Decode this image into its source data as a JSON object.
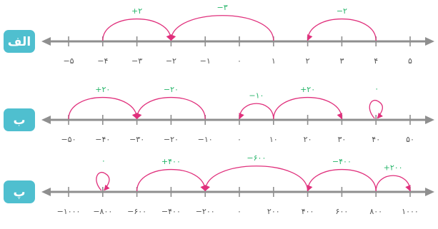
{
  "rows": [
    {
      "badge": "الف",
      "tick_labels": [
        "−۵",
        "−۴",
        "−۳",
        "−۲",
        "−۱",
        "۰",
        "۱",
        "۲",
        "۳",
        "۴",
        "۵"
      ],
      "min": -5,
      "max": 5,
      "step": 1,
      "jumps": [
        {
          "from": -4,
          "to": -2,
          "label": "+۲"
        },
        {
          "from": 1,
          "to": -2,
          "label": "−۳"
        },
        {
          "from": 4,
          "to": 2,
          "label": "−۲"
        }
      ]
    },
    {
      "badge": "ب",
      "tick_labels": [
        "−۵۰",
        "−۴۰",
        "−۳۰",
        "−۲۰",
        "−۱۰",
        "۰",
        "۱۰",
        "۲۰",
        "۳۰",
        "۴۰",
        "۵۰"
      ],
      "min": -50,
      "max": 50,
      "step": 10,
      "jumps": [
        {
          "from": -50,
          "to": -30,
          "label": "+۲۰"
        },
        {
          "from": -10,
          "to": -30,
          "label": "−۲۰"
        },
        {
          "from": 10,
          "to": 0,
          "label": "−۱۰"
        },
        {
          "from": 10,
          "to": 30,
          "label": "+۲۰"
        },
        {
          "from": 40,
          "to": 40,
          "label": "۰"
        }
      ]
    },
    {
      "badge": "پ",
      "tick_labels": [
        "−۱۰۰۰",
        "−۸۰۰",
        "−۶۰۰",
        "−۴۰۰",
        "−۲۰۰",
        "۰",
        "۲۰۰",
        "۴۰۰",
        "۶۰۰",
        "۸۰۰",
        "۱۰۰۰"
      ],
      "min": -1000,
      "max": 1000,
      "step": 200,
      "jumps": [
        {
          "from": -800,
          "to": -800,
          "label": "۰"
        },
        {
          "from": -600,
          "to": -200,
          "label": "+۴۰۰"
        },
        {
          "from": 400,
          "to": -200,
          "label": "−۶۰۰"
        },
        {
          "from": 800,
          "to": 400,
          "label": "−۴۰۰"
        },
        {
          "from": 800,
          "to": 1000,
          "label": "+۲۰۰"
        }
      ]
    }
  ],
  "colors": {
    "badge": "#4fbfcf",
    "axis": "#8f8f8f",
    "jump_arrow": "#e0307c",
    "jump_label": "#27b56a"
  }
}
